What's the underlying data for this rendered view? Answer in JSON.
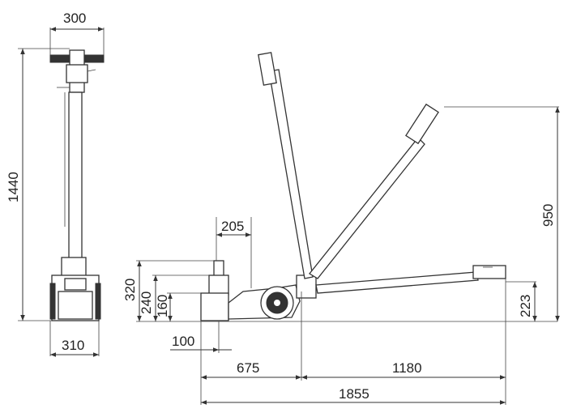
{
  "dimensions": {
    "top_width": "300",
    "total_height": "1440",
    "base_width": "310",
    "saddle_width": "205",
    "height_320": "320",
    "height_240": "240",
    "height_160": "160",
    "offset_100": "100",
    "handle_height": "950",
    "handle_low_height": "223",
    "length_675": "675",
    "length_1180": "1180",
    "total_length": "1855"
  },
  "colors": {
    "line": "#333333",
    "background": "#ffffff"
  }
}
